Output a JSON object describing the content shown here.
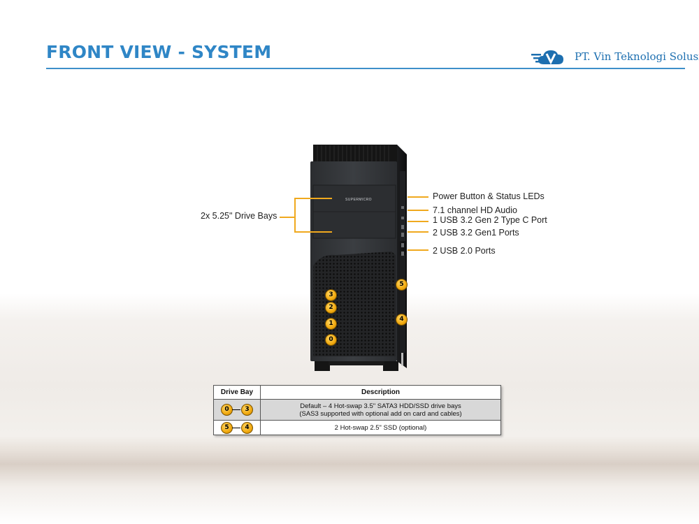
{
  "header": {
    "title": "FRONT VIEW - SYSTEM",
    "company": "PT. Vin Teknologi Solusi",
    "logo_icon": "cloud-v-logo-icon"
  },
  "server": {
    "brand": "SUPERMICRO"
  },
  "callouts": {
    "left": "2x 5.25\" Drive Bays",
    "right": [
      "Power Button & Status LEDs",
      "7.1 channel HD Audio",
      "1 USB 3.2 Gen 2 Type C Port",
      "2 USB 3.2 Gen1 Ports",
      "2 USB 2.0 Ports"
    ]
  },
  "bay_numbers": [
    "3",
    "2",
    "1",
    "0",
    "5",
    "4"
  ],
  "table": {
    "headers": [
      "Drive Bay",
      "Description"
    ],
    "rows": [
      {
        "from": "0",
        "to": "3",
        "description": [
          "Default  – 4 Hot-swap 3.5\" SATA3 HDD/SSD drive  bays",
          "(SAS3 supported with optional add on card and cables)"
        ]
      },
      {
        "from": "5",
        "to": "4",
        "description": [
          "2 Hot-swap 2.5\" SSD (optional)"
        ]
      }
    ]
  },
  "colors": {
    "title": "#2f86c6",
    "rule": "#3d8fc9",
    "callout": "#f0a91e",
    "logo": "#1d6fb0"
  }
}
